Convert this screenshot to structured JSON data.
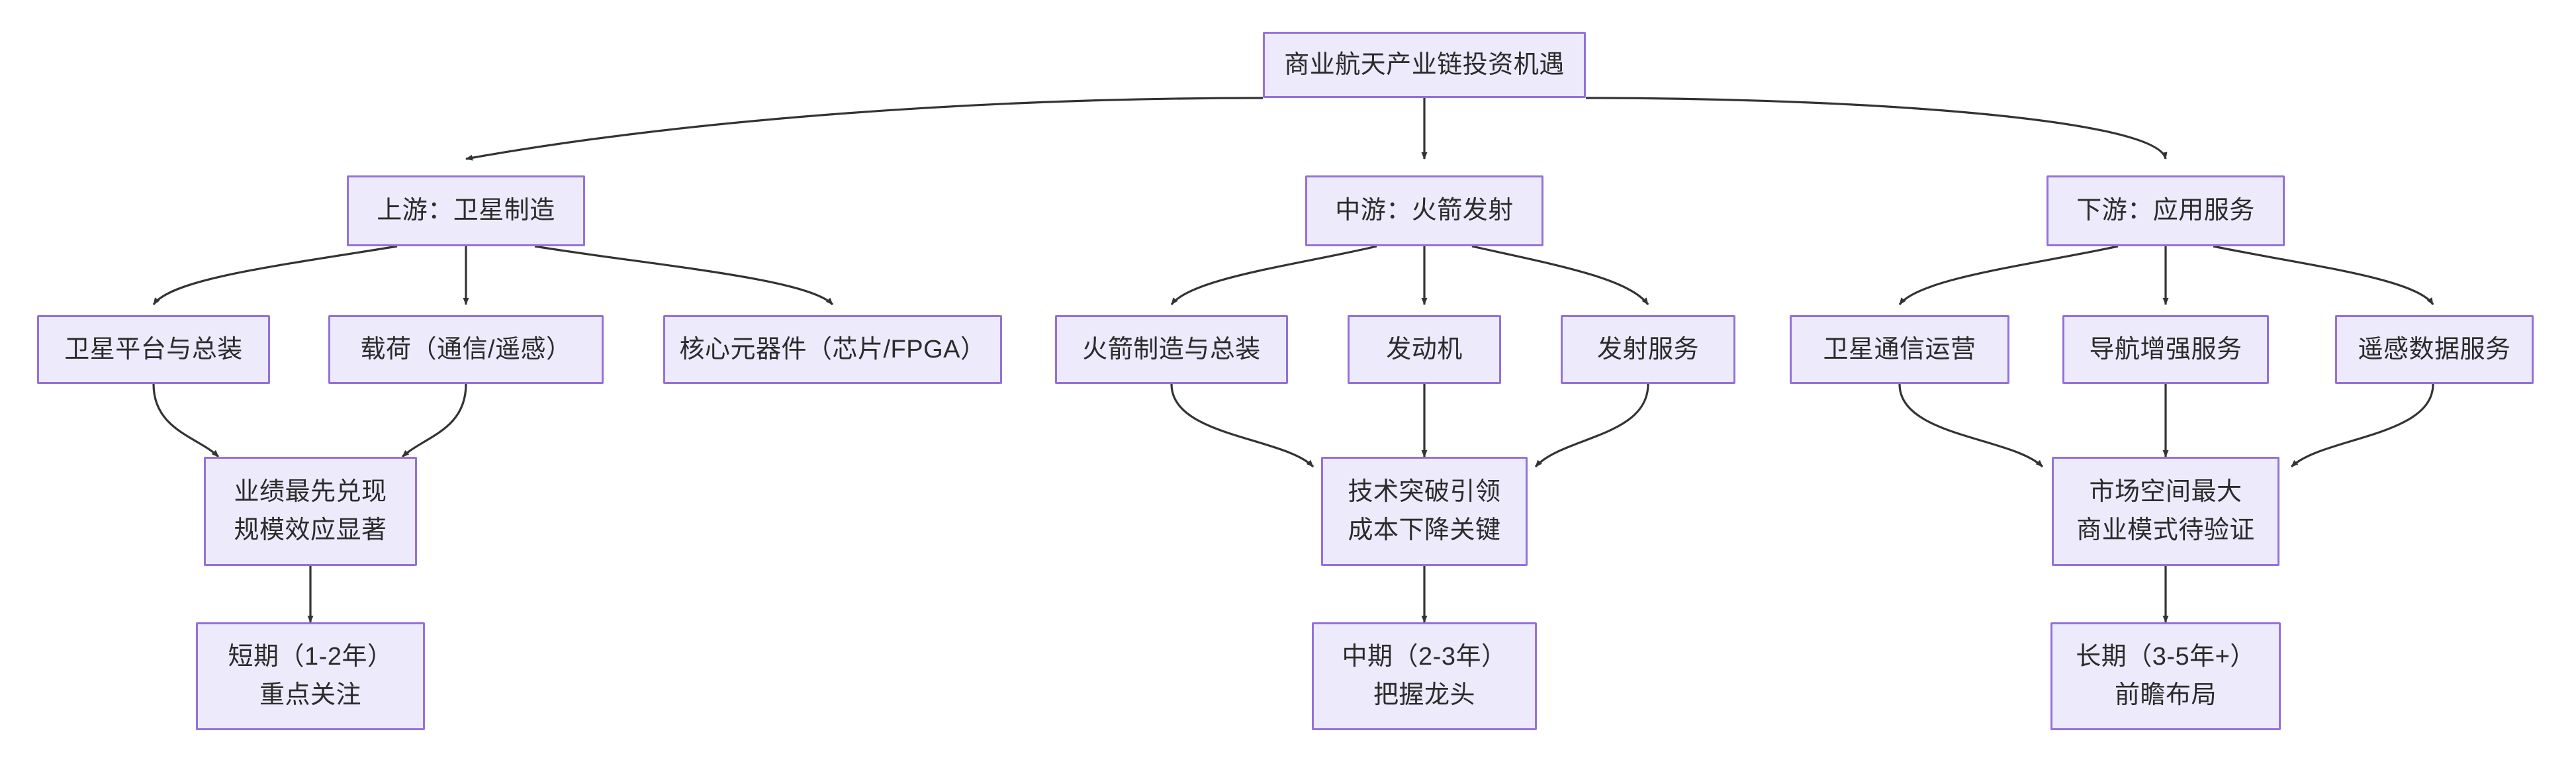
{
  "diagram": {
    "title": "商业航天产业链投资机遇",
    "type": "flowchart-top-down",
    "theme": {
      "node_fill": "#ECEAFB",
      "node_border": "#9571D9",
      "edge_color": "#333333",
      "text_color": "#2b2b2b",
      "background": "#ffffff"
    }
  },
  "nodes": {
    "root": {
      "label": "商业航天产业链投资机遇"
    },
    "upstream": {
      "label": "上游：卫星制造"
    },
    "midstream": {
      "label": "中游：火箭发射"
    },
    "downstream": {
      "label": "下游：应用服务"
    },
    "up_1": {
      "label": "卫星平台与总装"
    },
    "up_2": {
      "label": "载荷（通信/遥感）"
    },
    "up_3": {
      "label": "核心元器件（芯片/FPGA）"
    },
    "mid_1": {
      "label": "火箭制造与总装"
    },
    "mid_2": {
      "label": "发动机"
    },
    "mid_3": {
      "label": "发射服务"
    },
    "down_1": {
      "label": "卫星通信运营"
    },
    "down_2": {
      "label": "导航增强服务"
    },
    "down_3": {
      "label": "遥感数据服务"
    },
    "up_summary": {
      "line1": "业绩最先兑现",
      "line2": "规模效应显著"
    },
    "mid_summary": {
      "line1": "技术突破引领",
      "line2": "成本下降关键"
    },
    "down_summary": {
      "line1": "市场空间最大",
      "line2": "商业模式待验证"
    },
    "up_horizon": {
      "line1": "短期（1-2年）",
      "line2": "重点关注"
    },
    "mid_horizon": {
      "line1": "中期（2-3年）",
      "line2": "把握龙头"
    },
    "down_horizon": {
      "line1": "长期（3-5年+）",
      "line2": "前瞻布局"
    }
  }
}
